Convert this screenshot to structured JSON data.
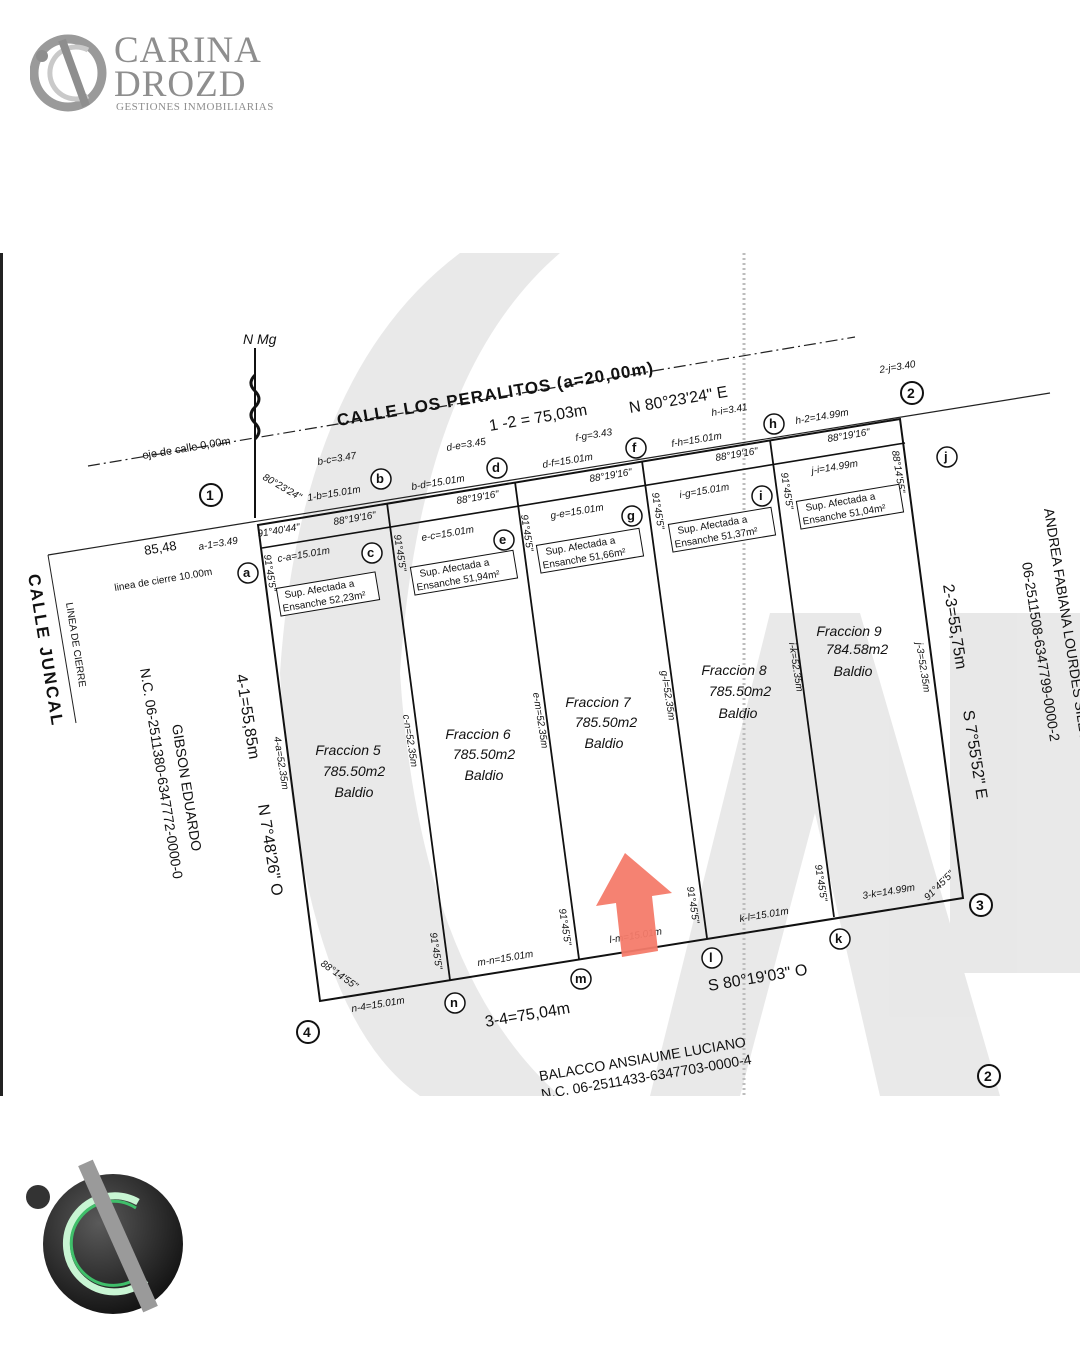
{
  "brand": {
    "line1": "CARINA",
    "line2": "DROZD",
    "tagline": "GESTIONES INMOBILIARIAS",
    "color": "#8e8e8e",
    "icon": "cd-monogram-icon"
  },
  "plan": {
    "north": "N Mg",
    "street_name": "CALLE LOS PERALITOS (a=20,00m)",
    "street_axis": "eje de calle 0,00m",
    "side_street": "CALLE JUNCAL",
    "closing_line": "LINEA DE CIERRE",
    "closing_line_note": "linea de cierre 10.00m",
    "side_length": "85,48",
    "sides": {
      "top_length": "1 -2 = 75,03m",
      "top_bearing": "N 80°23'24\" E",
      "right_length": "2-3=55,75m",
      "right_bearing": "S 7°55'52\" E",
      "bottom_length": "3-4=75,04m",
      "bottom_bearing": "S 80°19'03\" O",
      "left_length": "4-1=55,85m",
      "left_bearing": "N 7°48'26\" O"
    },
    "vertices": [
      "1",
      "2",
      "3",
      "4"
    ],
    "points": [
      "a",
      "b",
      "c",
      "d",
      "e",
      "f",
      "g",
      "h",
      "i",
      "j",
      "k",
      "l",
      "m",
      "n"
    ],
    "lots": [
      {
        "name": "Fraccion 5",
        "area": "785.50m2",
        "status": "Baldio"
      },
      {
        "name": "Fraccion 6",
        "area": "785.50m2",
        "status": "Baldio"
      },
      {
        "name": "Fraccion 7",
        "area": "785.50m2",
        "status": "Baldio"
      },
      {
        "name": "Fraccion 8",
        "area": "785.50m2",
        "status": "Baldio"
      },
      {
        "name": "Fraccion 9",
        "area": "784.58m2",
        "status": "Baldio"
      }
    ],
    "widening": [
      {
        "line1": "Sup. Afectada a",
        "line2": "Ensanche 52,23m²"
      },
      {
        "line1": "Sup. Afectada a",
        "line2": "Ensanche 51,94m²"
      },
      {
        "line1": "Sup. Afectada a",
        "line2": "Ensanche 51,66m²"
      },
      {
        "line1": "Sup. Afectada a",
        "line2": "Ensanche 51,37m²"
      },
      {
        "line1": "Sup. Afectada a",
        "line2": "Ensanche 51,04m²"
      }
    ],
    "dims": {
      "b_c": "b-c=3.47",
      "d_e": "d-e=3.45",
      "f_g": "f-g=3.43",
      "h_i": "h-i=3.41",
      "two_j": "2-j=3.40",
      "a_1": "a-1=3.49",
      "one_b": "1-b=15.01m",
      "b_d": "b-d=15.01m",
      "d_f": "d-f=15.01m",
      "f_h": "f-h=15.01m",
      "h_2": "h-2=14.99m",
      "c_a": "c-a=15.01m",
      "e_c": "e-c=15.01m",
      "g_e": "g-e=15.01m",
      "i_g": "i-g=15.01m",
      "j_i": "j-i=14.99m",
      "four_a": "4-a=52.35m",
      "c_n": "c-n=52.35m",
      "e_m": "e-m=52.35m",
      "g_l": "g-l=52.35m",
      "i_k": "i-k=52.35m",
      "j_3": "j-3=52.35m",
      "n_4": "n-4=15.01m",
      "m_n": "m-n=15.01m",
      "l_m": "l-m=15.01m",
      "k_l": "k-l=15.01m",
      "three_k": "3-k=14.99m"
    },
    "angles": {
      "a1": "80°23'24\"",
      "a2": "91°40'44\"",
      "a3": "88°19'16\"",
      "a4": "91°45'5\"",
      "a5": "88°14'55\""
    },
    "neighbors": {
      "left_name": "GIBSON EDUARDO",
      "left_nc": "N.C. 06-2511380-6347772-0000-0",
      "right_name": "ANDREA FABIANA LOURDES SILEONI",
      "right_nc": "06-2511508-6347799-0000-2",
      "bottom_name": "BALACCO ANSIAUME LUCIANO",
      "bottom_nc": "N.C. 06-2511433-6347703-0000-4",
      "bottom_mark": "2"
    },
    "arrow_color": "#f47b6a",
    "arrow_icon": "arrow-up-icon"
  },
  "footer": {
    "emblem_icon": "cd-emblem-icon"
  }
}
